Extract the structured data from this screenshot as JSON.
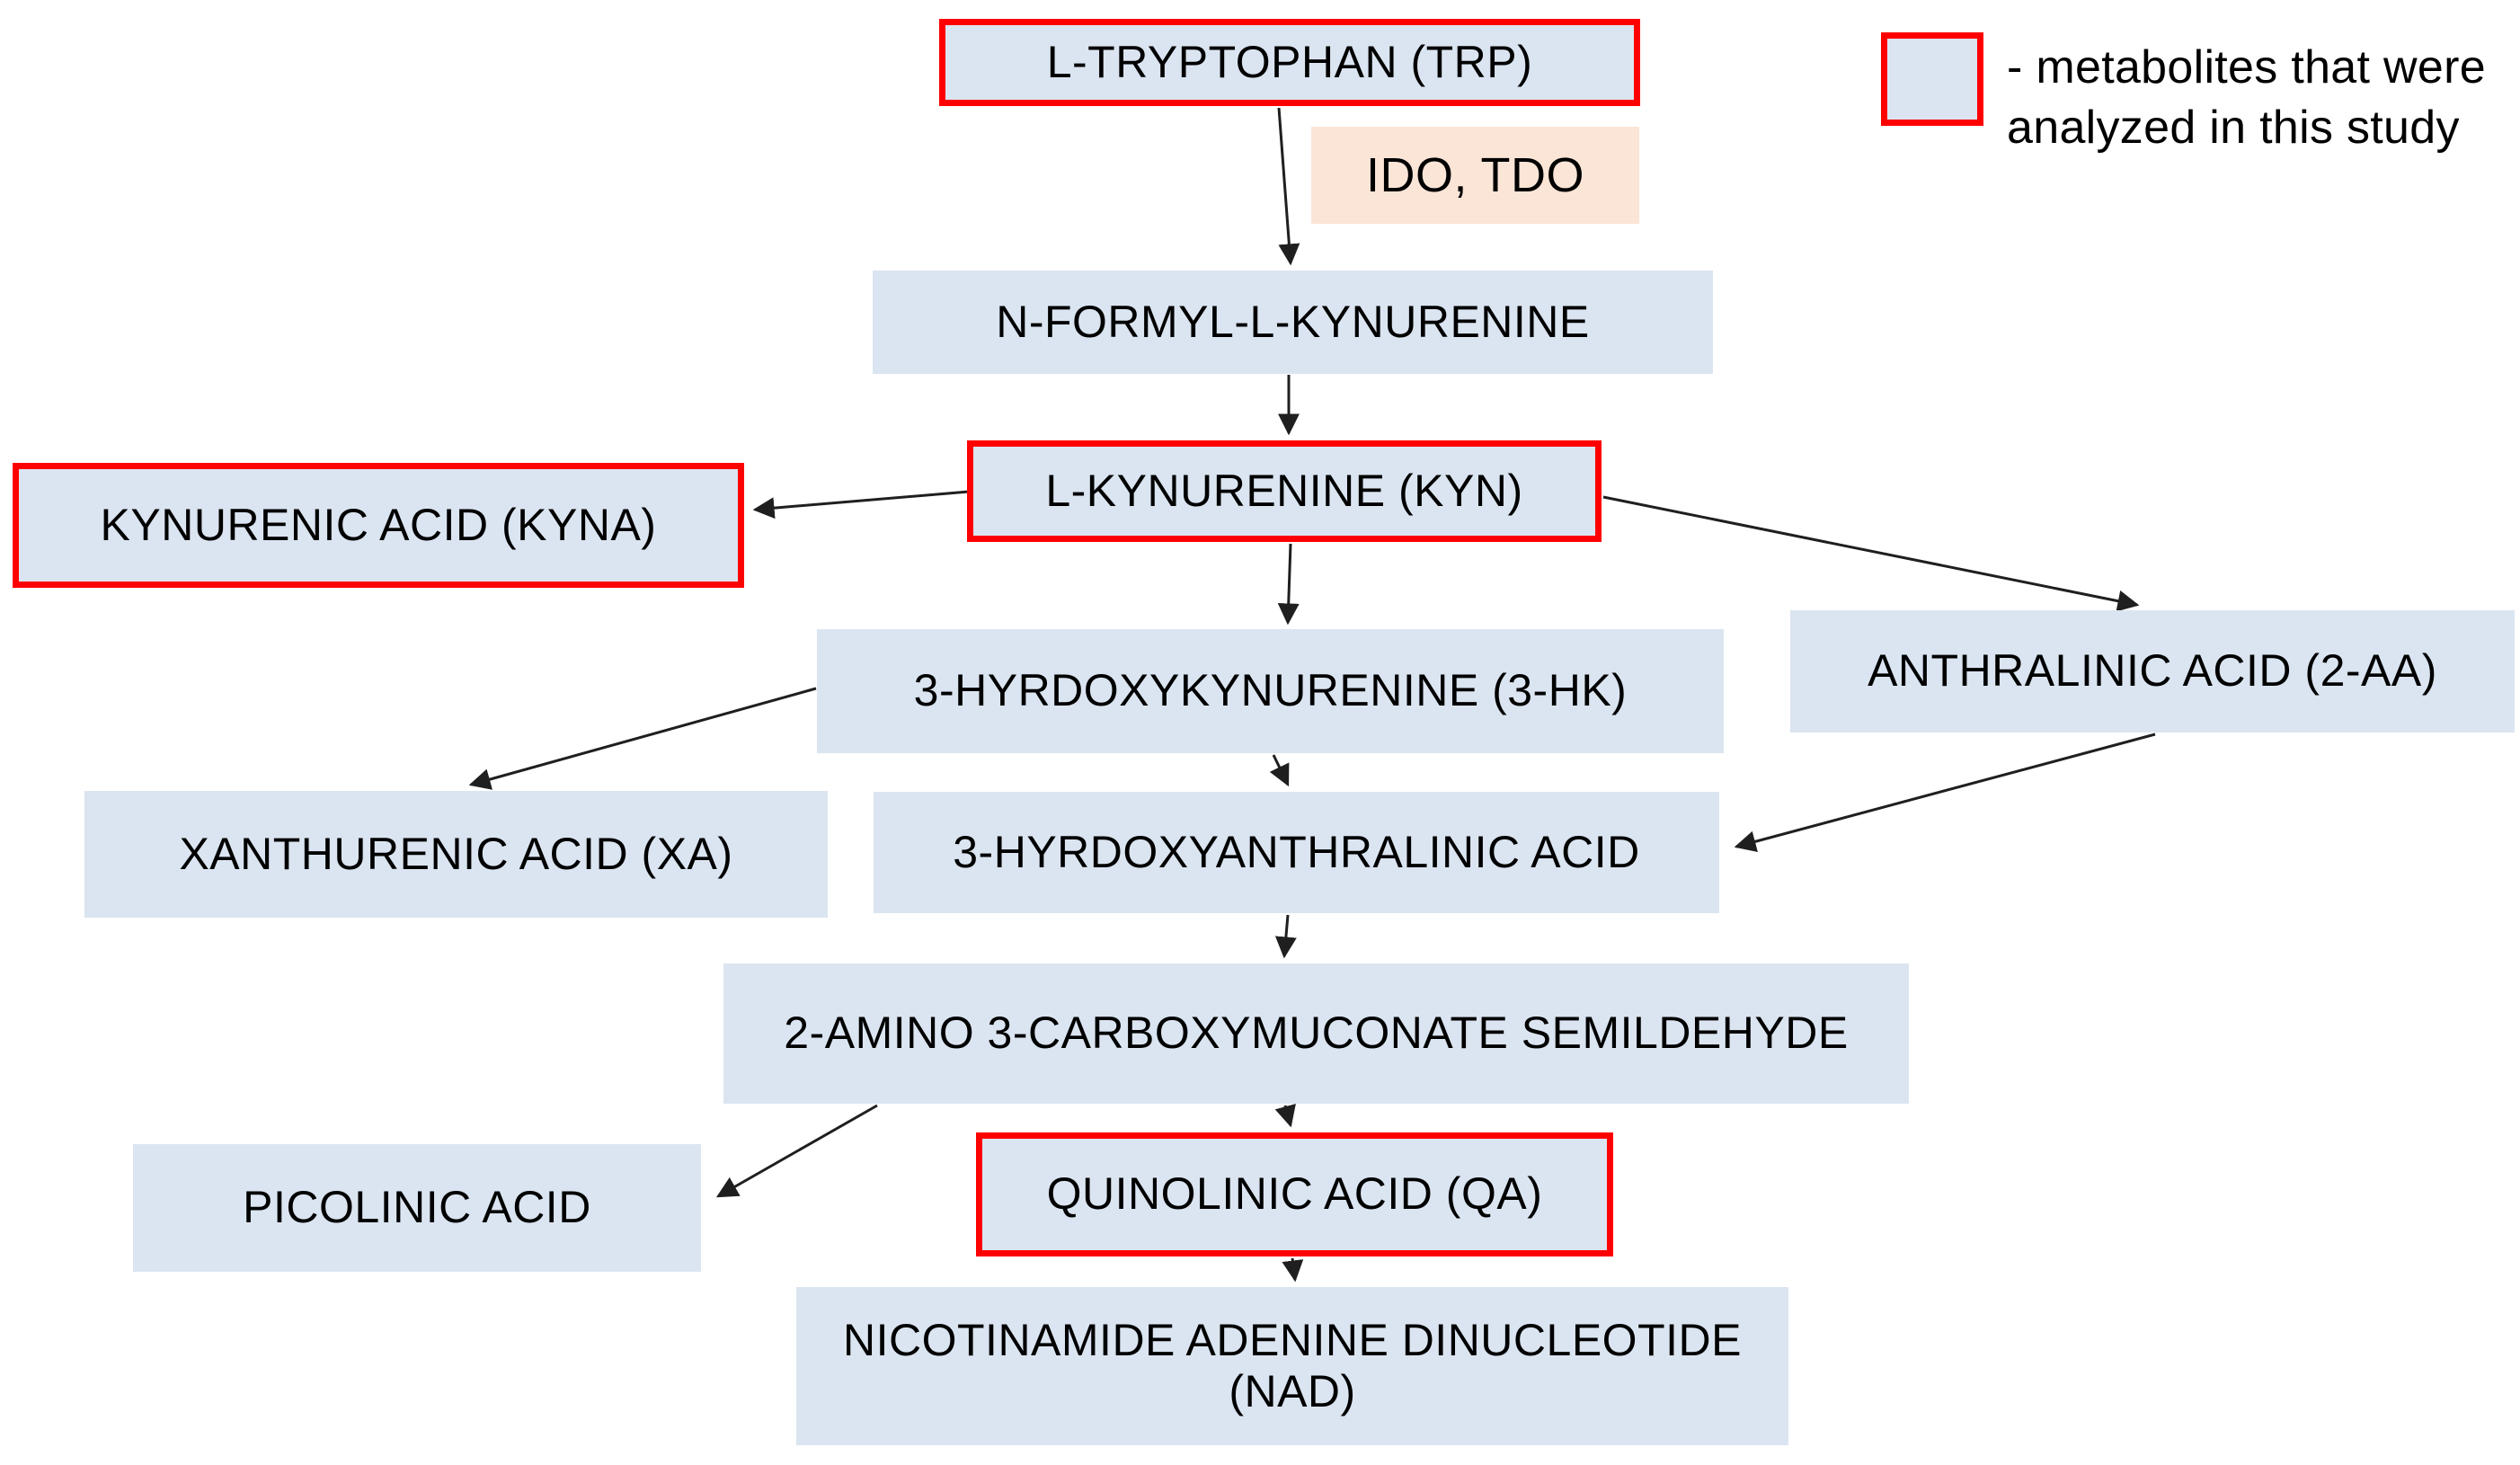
{
  "diagram_type": "metabolic-pathway-flowchart",
  "nodes": {
    "trp": {
      "label": "L-TRYPTOPHAN (TRP)",
      "analyzed": true
    },
    "nfk": {
      "label": "N-FORMYL-L-KYNURENINE",
      "analyzed": false
    },
    "kyn": {
      "label": "L-KYNURENINE (KYN)",
      "analyzed": true
    },
    "kyna": {
      "label": "KYNURENIC ACID (KYNA)",
      "analyzed": true
    },
    "hk3": {
      "label": "3-HYRDOXYKYNURENINE (3-HK)",
      "analyzed": false
    },
    "aa2": {
      "label": "ANTHRALINIC ACID (2-AA)",
      "analyzed": false
    },
    "xa": {
      "label": "XANTHURENIC ACID (XA)",
      "analyzed": false
    },
    "haa3": {
      "label": "3-HYRDOXYANTHRALINIC ACID",
      "analyzed": false
    },
    "acms": {
      "label": "2-AMINO 3-CARBOXYMUCONATE SEMILDEHYDE",
      "analyzed": false
    },
    "pic": {
      "label": "PICOLINIC ACID",
      "analyzed": false
    },
    "qa": {
      "label": "QUINOLINIC ACID (QA)",
      "analyzed": true
    },
    "nad": {
      "label_line1": "NICOTINAMIDE ADENINE DINUCLEOTIDE",
      "label_line2": "(NAD)",
      "analyzed": false
    }
  },
  "enzyme": {
    "label": "IDO, TDO"
  },
  "legend": {
    "line1": "- metabolites that were",
    "line2": "analyzed in this study"
  },
  "edges": [
    {
      "from": "L-TRYPTOPHAN (TRP)",
      "to": "N-FORMYL-L-KYNURENINE",
      "enzyme": "IDO, TDO"
    },
    {
      "from": "N-FORMYL-L-KYNURENINE",
      "to": "L-KYNURENINE (KYN)"
    },
    {
      "from": "L-KYNURENINE (KYN)",
      "to": "KYNURENIC ACID (KYNA)"
    },
    {
      "from": "L-KYNURENINE (KYN)",
      "to": "ANTHRALINIC ACID (2-AA)"
    },
    {
      "from": "L-KYNURENINE (KYN)",
      "to": "3-HYRDOXYKYNURENINE (3-HK)"
    },
    {
      "from": "3-HYRDOXYKYNURENINE (3-HK)",
      "to": "XANTHURENIC ACID (XA)"
    },
    {
      "from": "3-HYRDOXYKYNURENINE (3-HK)",
      "to": "3-HYRDOXYANTHRALINIC ACID"
    },
    {
      "from": "ANTHRALINIC ACID (2-AA)",
      "to": "3-HYRDOXYANTHRALINIC ACID"
    },
    {
      "from": "3-HYRDOXYANTHRALINIC ACID",
      "to": "2-AMINO 3-CARBOXYMUCONATE SEMILDEHYDE"
    },
    {
      "from": "2-AMINO 3-CARBOXYMUCONATE SEMILDEHYDE",
      "to": "PICOLINIC ACID"
    },
    {
      "from": "2-AMINO 3-CARBOXYMUCONATE SEMILDEHYDE",
      "to": "QUINOLINIC ACID (QA)"
    },
    {
      "from": "QUINOLINIC ACID (QA)",
      "to": "NICOTINAMIDE ADENINE DINUCLEOTIDE (NAD)"
    }
  ],
  "colors": {
    "metabolite_fill": "#dbe5f1",
    "analyzed_border": "#ff0000",
    "enzyme_fill": "#fbe5d6",
    "arrow": "#1f1f1f",
    "text": "#000000",
    "background": "#ffffff"
  }
}
